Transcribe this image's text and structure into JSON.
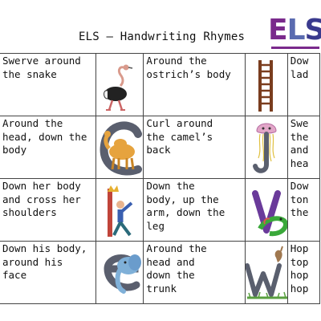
{
  "header": {
    "title": "ELS – Handwriting Rhymes",
    "logo": {
      "letters": [
        "E",
        "L",
        "S"
      ],
      "colors": {
        "e": "#7a2a8c",
        "l": "#5a6bb0",
        "s": "#3a3a8e"
      }
    }
  },
  "rows": [
    {
      "left_rhyme": "Swerve around\nthe snake",
      "left_icon": "ostrich-s-icon",
      "mid_rhyme": "Around the\nostrich’s body",
      "right_icon": "ladder-l-icon",
      "right_rhyme": "Dow\nlad"
    },
    {
      "left_rhyme": "Around the\nhead, down the\nbody",
      "left_icon": "camel-c-icon",
      "mid_rhyme": "Curl around\nthe camel’s\nback",
      "right_icon": "jellyfish-j-icon",
      "right_rhyme": "Swe\nthe\nand\nhea"
    },
    {
      "left_rhyme": "Down her body\nand cross her\nshoulders",
      "left_icon": "king-k-icon",
      "mid_rhyme": "Down the\nbody, up the\narm, down the\nleg",
      "right_icon": "snake-v-icon",
      "right_rhyme": "Dow\nton\nthe"
    },
    {
      "left_rhyme": "Down his body,\naround his face",
      "left_icon": "elephant-e-icon",
      "mid_rhyme": "Around the\nhead and\ndown the\ntrunk",
      "right_icon": "kangaroo-w-icon",
      "right_rhyme": "Hop\ntop\nhop\nhop"
    }
  ]
}
